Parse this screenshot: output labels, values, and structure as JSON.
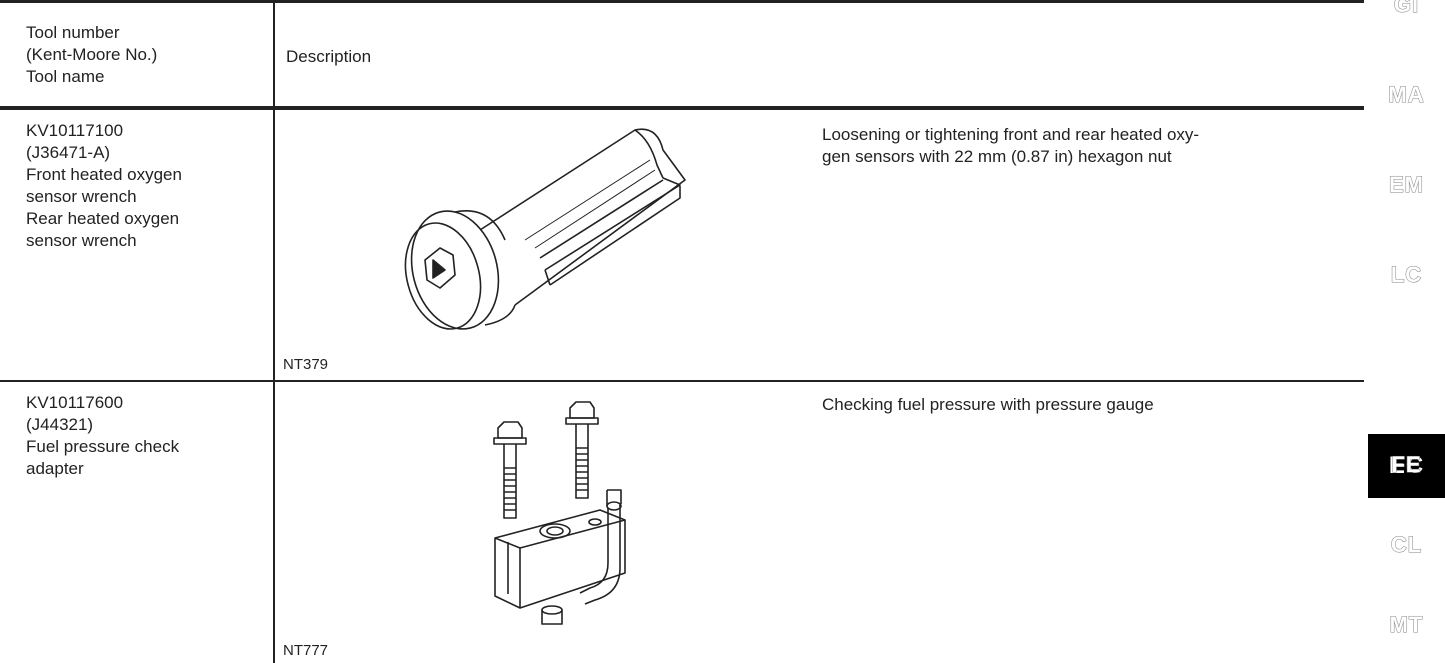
{
  "header": {
    "col1": "Tool number\n(Kent-Moore No.)\nTool name",
    "col2": "Description"
  },
  "rows": [
    {
      "tool": "KV10117100\n(J36471-A)\nFront heated oxygen\nsensor wrench\nRear heated oxygen\nsensor wrench",
      "figure_code": "NT379",
      "description": "Loosening or tightening front and rear heated oxy-\ngen sensors with 22 mm (0.87 in) hexagon nut"
    },
    {
      "tool": "KV10117600\n(J44321)\nFuel pressure check\nadapter",
      "figure_code": "NT777",
      "description": "Checking fuel pressure with pressure gauge"
    }
  ],
  "side_tabs": [
    "GI",
    "MA",
    "EM",
    "LC",
    "EC",
    "FE",
    "CL",
    "MT"
  ],
  "active_tab": "EC"
}
